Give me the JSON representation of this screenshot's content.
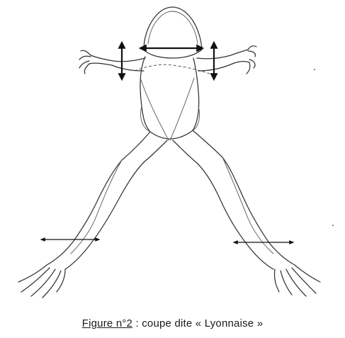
{
  "caption": {
    "label": "Figure n°2",
    "text": " : coupe dite « Lyonnaise »"
  },
  "colors": {
    "ink": "#333333",
    "arrow": "#111111",
    "background": "#ffffff"
  },
  "figure_parts": [
    "frog-outline",
    "cut-line",
    "measure-arrows"
  ]
}
